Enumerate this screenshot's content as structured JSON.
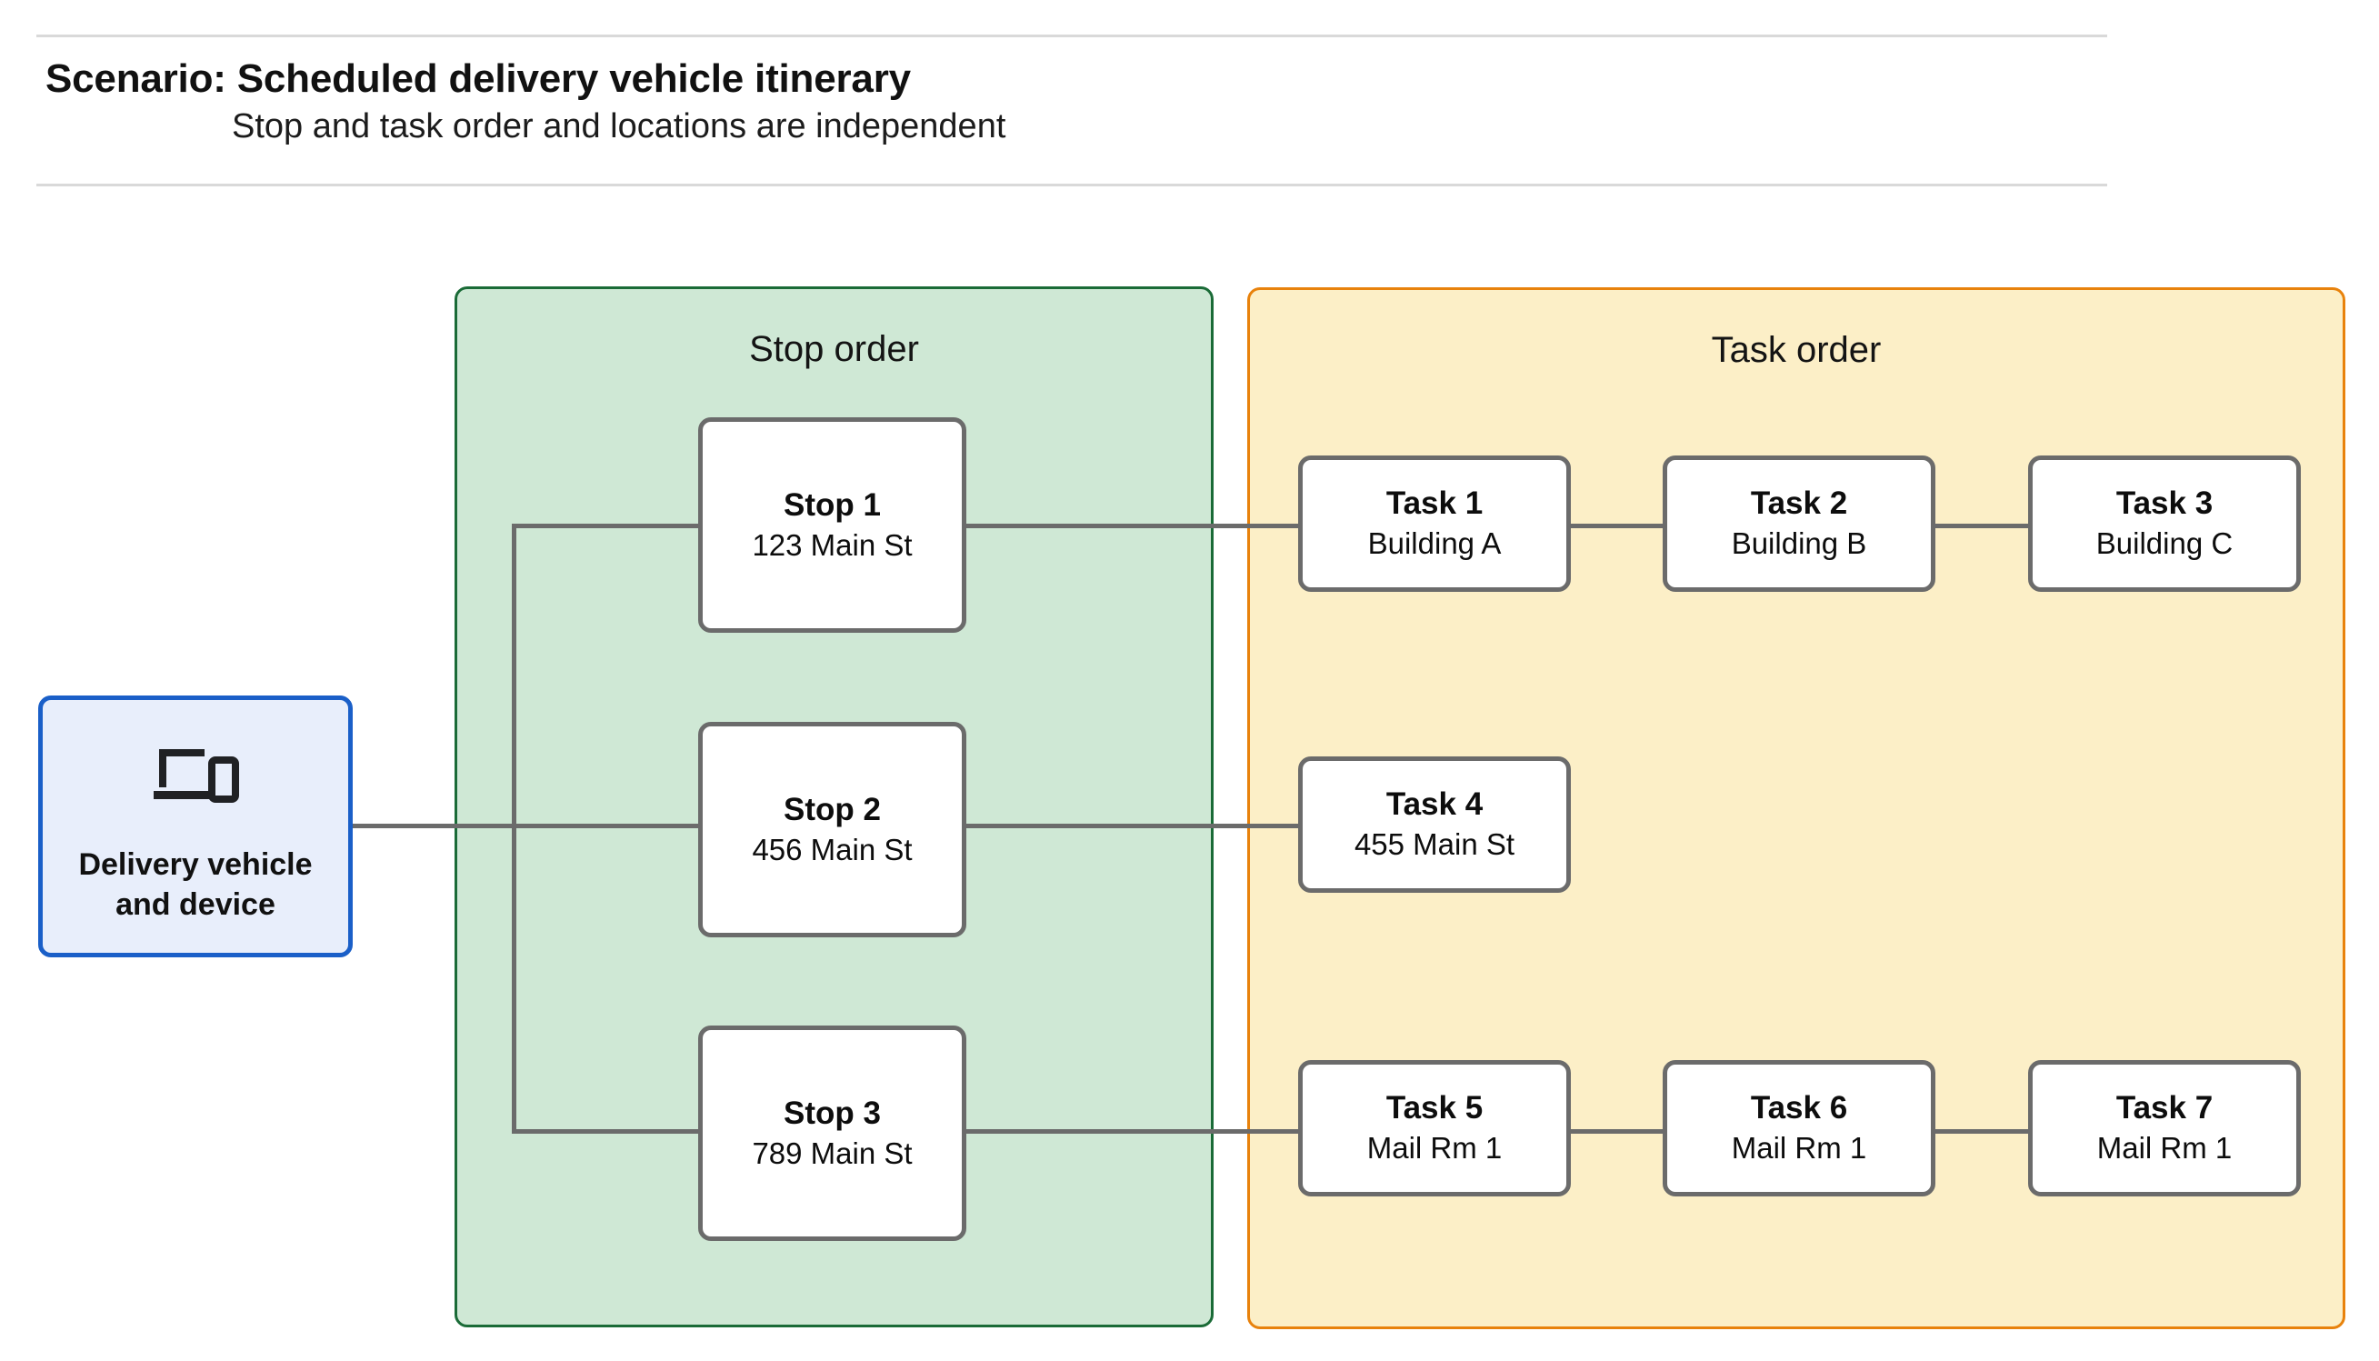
{
  "header": {
    "title": "Scenario: Scheduled delivery vehicle itinerary",
    "subtitle": "Stop and task order and locations are independent"
  },
  "source": {
    "label": "Delivery vehicle\nand device",
    "icon": "devices-icon",
    "fill_color": "#E8EEFB",
    "border_color": "#1A5FC8"
  },
  "stop_panel": {
    "title": "Stop order",
    "fill_color": "#CFE8D5",
    "border_color": "#1A6B37",
    "stops": [
      {
        "title": "Stop 1",
        "address": "123 Main St"
      },
      {
        "title": "Stop 2",
        "address": "456 Main St"
      },
      {
        "title": "Stop 3",
        "address": "789 Main St"
      }
    ]
  },
  "task_panel": {
    "title": "Task order",
    "fill_color": "#FCEFC7",
    "border_color": "#E8820C",
    "rows": [
      {
        "tasks": [
          {
            "title": "Task 1",
            "location": "Building A"
          },
          {
            "title": "Task 2",
            "location": "Building B"
          },
          {
            "title": "Task 3",
            "location": "Building C"
          }
        ]
      },
      {
        "tasks": [
          {
            "title": "Task 4",
            "location": "455 Main St"
          }
        ]
      },
      {
        "tasks": [
          {
            "title": "Task 5",
            "location": "Mail Rm 1"
          },
          {
            "title": "Task 6",
            "location": "Mail Rm 1"
          },
          {
            "title": "Task 7",
            "location": "Mail Rm 1"
          }
        ]
      }
    ]
  },
  "connector_color": "#6B6B6B",
  "node_border_color": "#6B6B6B"
}
